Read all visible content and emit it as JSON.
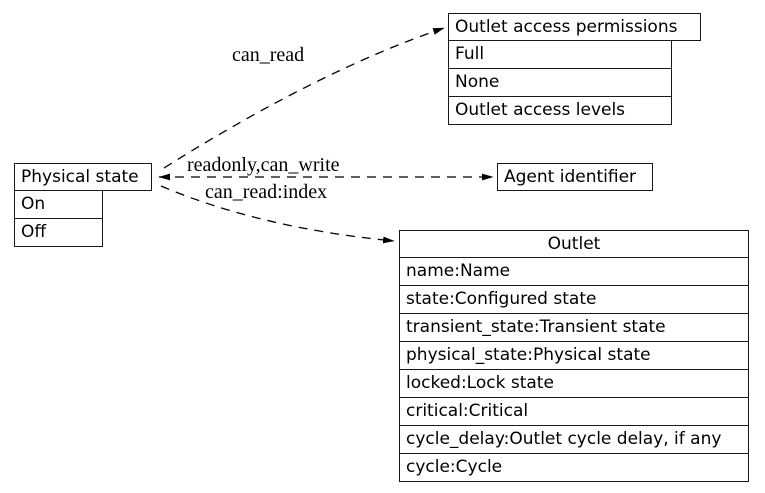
{
  "colors": {
    "ink": "#000000",
    "background": "#ffffff"
  },
  "nodes": {
    "physical_state": {
      "title": "Physical state",
      "rows": [
        "On",
        "Off"
      ]
    },
    "outlet_access_permissions": {
      "title": "Outlet access permissions",
      "rows": [
        "Full",
        "None",
        "Outlet access levels"
      ]
    },
    "agent_identifier": {
      "title": "Agent identifier"
    },
    "outlet": {
      "title": "Outlet",
      "rows": [
        "name:Name",
        "state:Configured state",
        "transient_state:Transient state",
        "physical_state:Physical state",
        "locked:Lock state",
        "critical:Critical",
        "cycle_delay:Outlet cycle delay, if any",
        "cycle:Cycle"
      ]
    }
  },
  "edges": [
    {
      "label": "can_read",
      "from": "physical_state",
      "to": "outlet_access_permissions"
    },
    {
      "label": "readonly,can_write",
      "from": "physical_state",
      "to": "agent_identifier"
    },
    {
      "label": "can_read:index",
      "from": "physical_state",
      "to": "outlet"
    }
  ]
}
